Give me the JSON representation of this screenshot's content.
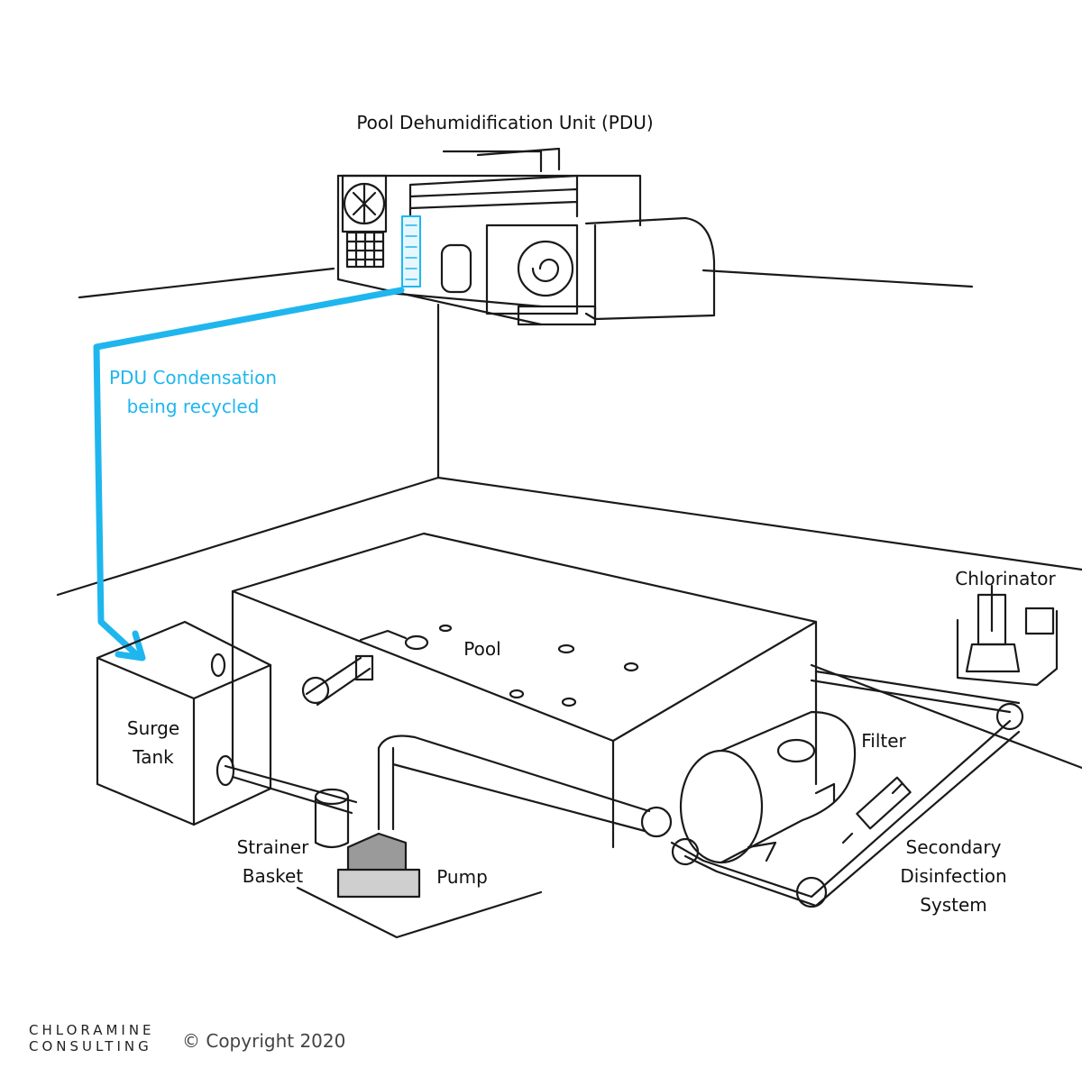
{
  "colors": {
    "condensate": "#1fb6ee",
    "ink": "#1a1a1a",
    "motor": "#9a9a9a"
  },
  "labels": {
    "pdu": "Pool Dehumidification Unit (PDU)",
    "condensation_line1": "PDU Condensation",
    "condensation_line2": "being recycled",
    "pool": "Pool",
    "chlorinator": "Chlorinator",
    "surge_line1": "Surge",
    "surge_line2": "Tank",
    "filter": "Filter",
    "strainer_line1": "Strainer",
    "strainer_line2": "Basket",
    "pump": "Pump",
    "secondary_line1": "Secondary",
    "secondary_line2": "Disinfection",
    "secondary_line3": "System"
  },
  "footer": {
    "logo_line1": "CHLORAMINE",
    "logo_line2": "CONSULTING",
    "copyright": "© Copyright 2020"
  }
}
